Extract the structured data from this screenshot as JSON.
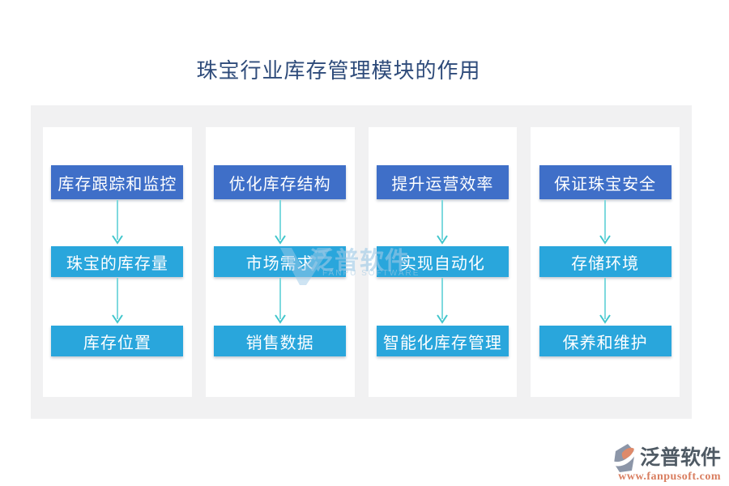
{
  "title": "珠宝行业库存管理模块的作用",
  "columns": [
    {
      "header": "库存跟踪和监控",
      "steps": [
        "珠宝的库存量",
        "库存位置"
      ]
    },
    {
      "header": "优化库存结构",
      "steps": [
        "市场需求",
        "销售数据"
      ]
    },
    {
      "header": "提升运营效率",
      "steps": [
        "实现自动化",
        "智能化库存管理"
      ]
    },
    {
      "header": "保证珠宝安全",
      "steps": [
        "存储环境",
        "保养和维护"
      ]
    }
  ],
  "watermark": {
    "cn": "泛普软件",
    "en": "FANPU SOFTWARE"
  },
  "footer": {
    "brand": "泛普软件",
    "url": "www.fanpusoft.com"
  },
  "colors": {
    "primary_box": "#3F6FC8",
    "secondary_box": "#29A6DC",
    "arrow_line": "#7ED9DE",
    "arrow_head": "#41C6CC",
    "title_text": "#2E4B7A",
    "panel_bg": "#F1F1F2",
    "card_bg": "#FFFFFF",
    "footer_brand": "#4F5A64",
    "footer_url": "#D97E60"
  }
}
